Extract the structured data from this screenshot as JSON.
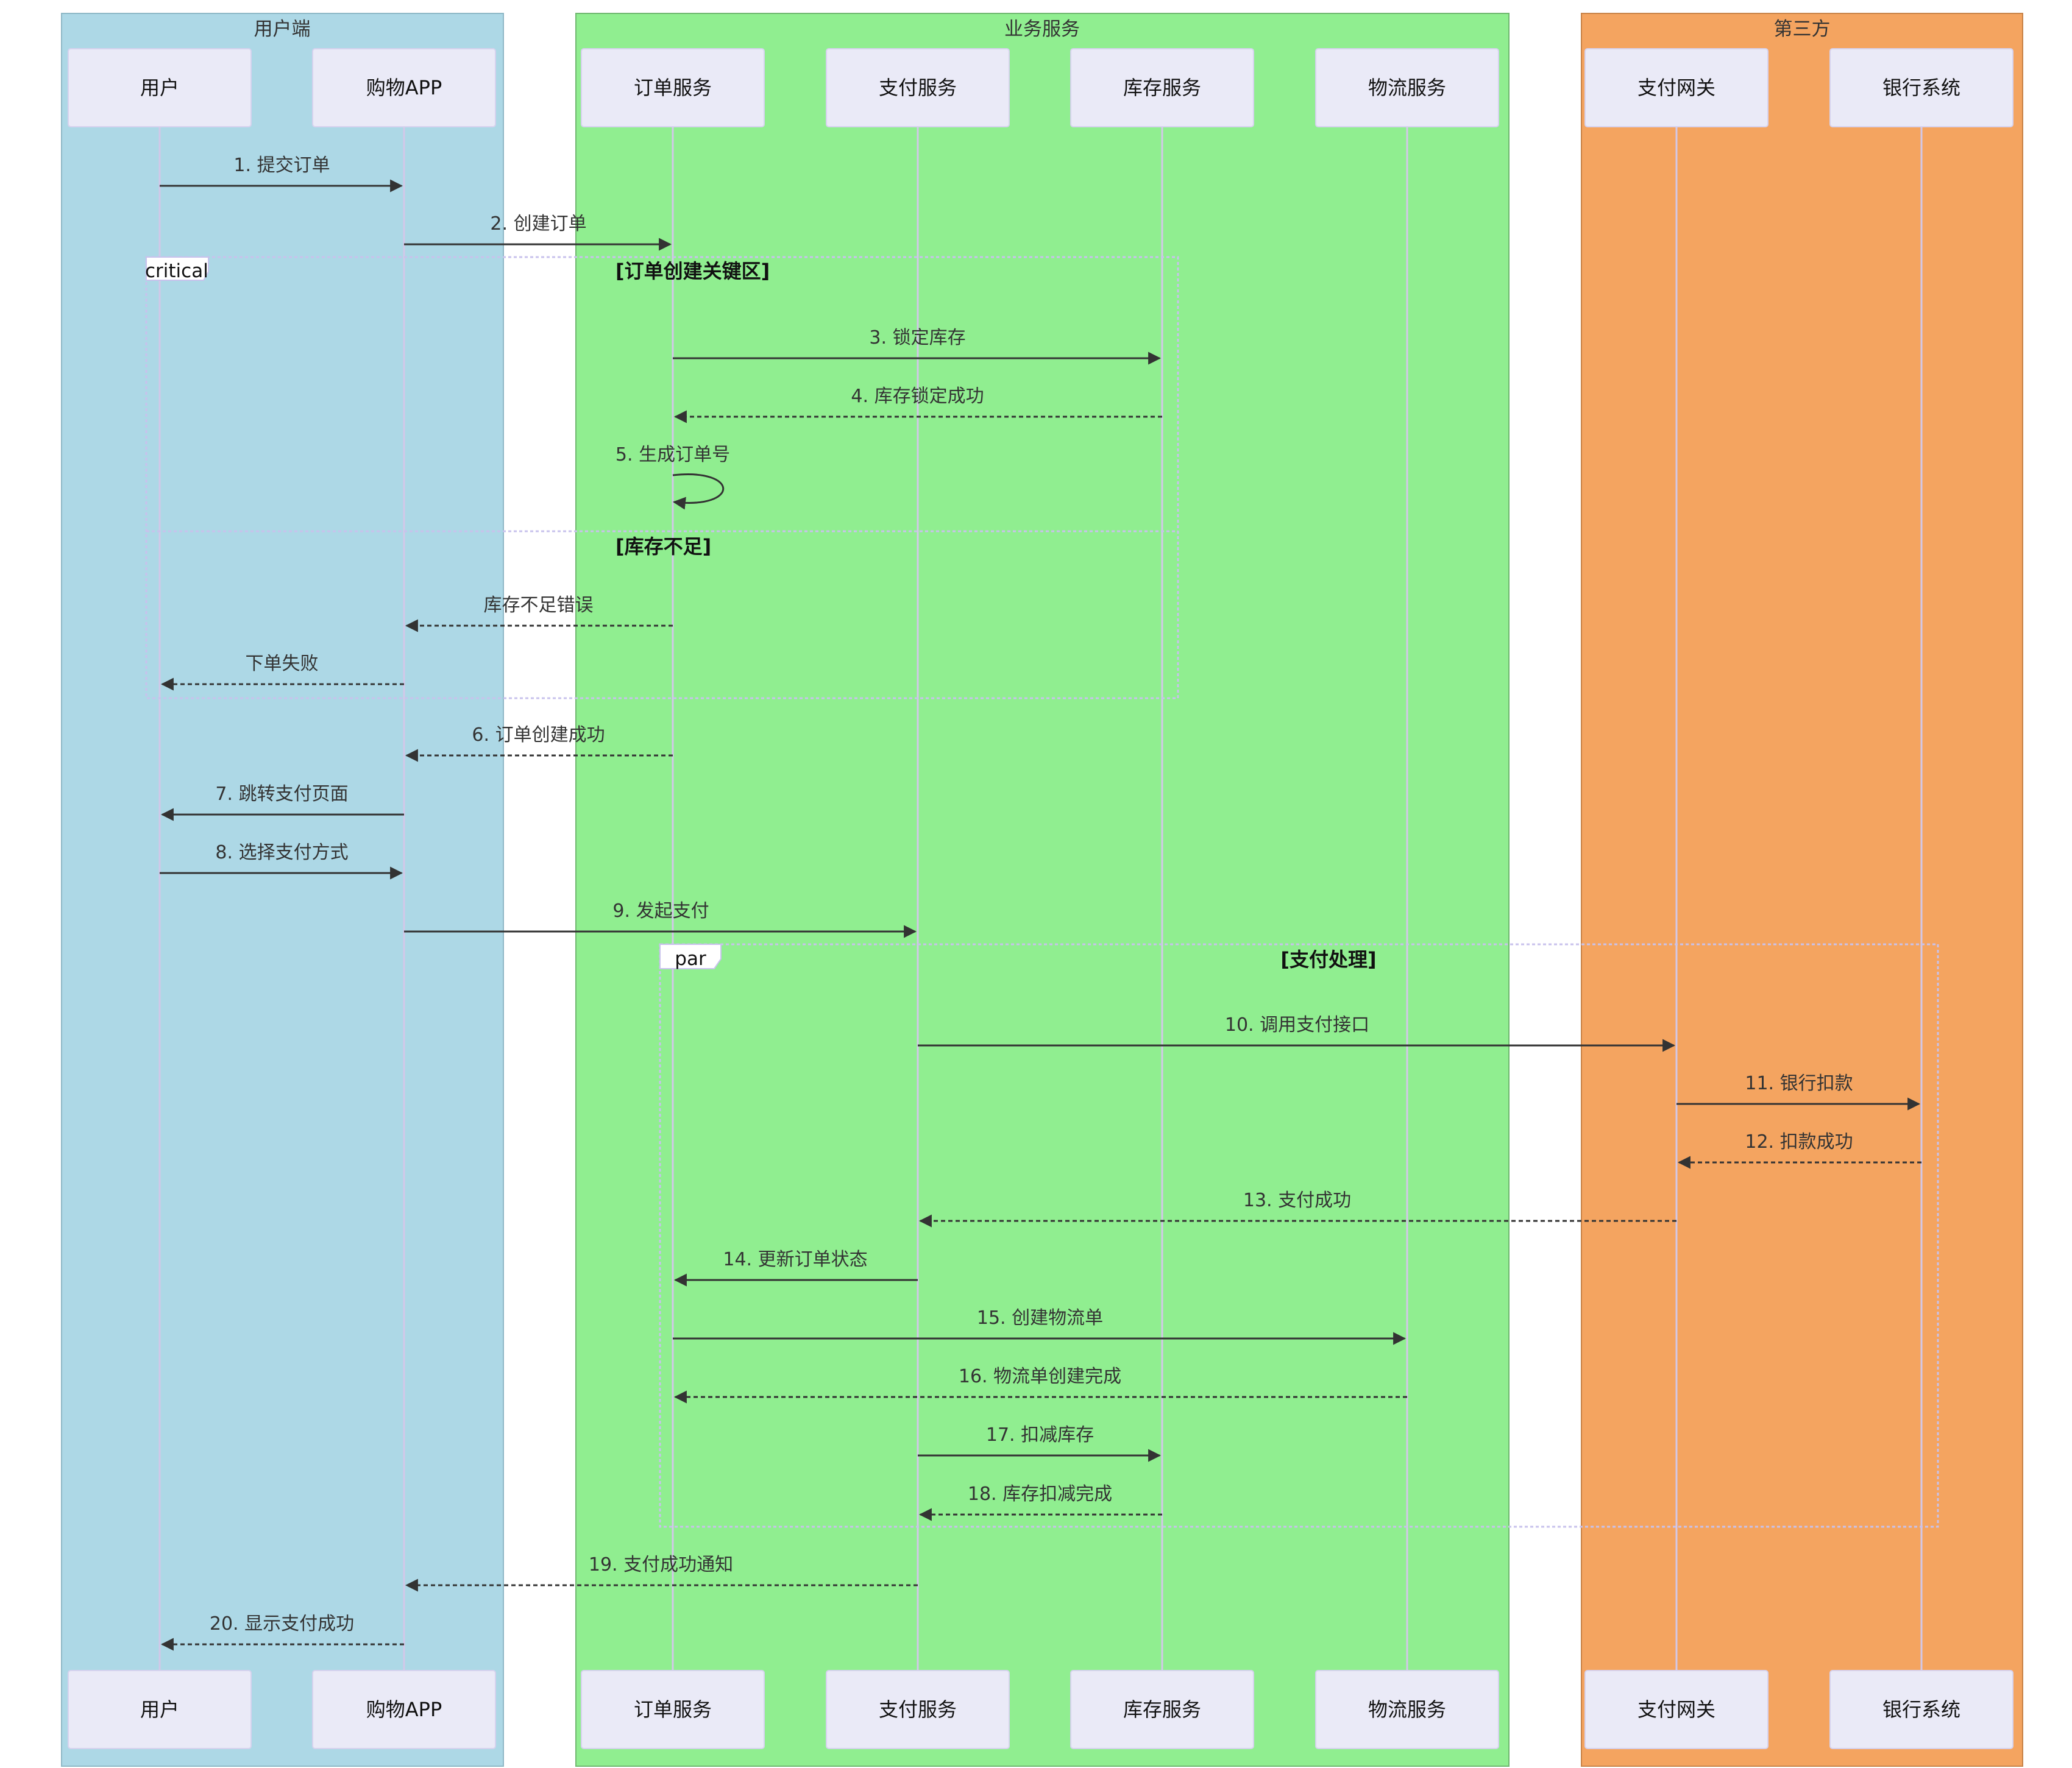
{
  "colors": {
    "group_client": "#add8e6",
    "group_business": "#90ee90",
    "group_third_party": "#f4a460",
    "actor_box": "#eaeaf7",
    "lifeline": "#d2c8e8",
    "arrow": "#333333",
    "fragment_border": "#c8c2ec"
  },
  "groups": [
    {
      "id": "client",
      "label": "用户端"
    },
    {
      "id": "business",
      "label": "业务服务"
    },
    {
      "id": "third_party",
      "label": "第三方"
    }
  ],
  "participants": [
    {
      "id": "user",
      "label": "用户"
    },
    {
      "id": "app",
      "label": "购物APP"
    },
    {
      "id": "order",
      "label": "订单服务"
    },
    {
      "id": "pay",
      "label": "支付服务"
    },
    {
      "id": "stock",
      "label": "库存服务"
    },
    {
      "id": "logistics",
      "label": "物流服务"
    },
    {
      "id": "gateway",
      "label": "支付网关"
    },
    {
      "id": "bank",
      "label": "银行系统"
    }
  ],
  "messages": [
    {
      "from": "user",
      "to": "app",
      "label": "1. 提交订单",
      "style": "solid"
    },
    {
      "from": "app",
      "to": "order",
      "label": "2. 创建订单",
      "style": "solid"
    },
    {
      "from": "order",
      "to": "stock",
      "label": "3. 锁定库存",
      "style": "solid"
    },
    {
      "from": "stock",
      "to": "order",
      "label": "4. 库存锁定成功",
      "style": "dashed"
    },
    {
      "from": "order",
      "to": "order",
      "label": "5. 生成订单号",
      "style": "solid"
    },
    {
      "from": "order",
      "to": "app",
      "label": "库存不足错误",
      "style": "dashed"
    },
    {
      "from": "app",
      "to": "user",
      "label": "下单失败",
      "style": "dashed"
    },
    {
      "from": "order",
      "to": "app",
      "label": "6. 订单创建成功",
      "style": "dashed"
    },
    {
      "from": "app",
      "to": "user",
      "label": "7. 跳转支付页面",
      "style": "solid"
    },
    {
      "from": "user",
      "to": "app",
      "label": "8. 选择支付方式",
      "style": "solid"
    },
    {
      "from": "app",
      "to": "pay",
      "label": "9. 发起支付",
      "style": "solid"
    },
    {
      "from": "pay",
      "to": "gateway",
      "label": "10. 调用支付接口",
      "style": "solid"
    },
    {
      "from": "gateway",
      "to": "bank",
      "label": "11. 银行扣款",
      "style": "solid"
    },
    {
      "from": "bank",
      "to": "gateway",
      "label": "12. 扣款成功",
      "style": "dashed"
    },
    {
      "from": "gateway",
      "to": "pay",
      "label": "13. 支付成功",
      "style": "dashed"
    },
    {
      "from": "pay",
      "to": "order",
      "label": "14. 更新订单状态",
      "style": "solid"
    },
    {
      "from": "order",
      "to": "logistics",
      "label": "15. 创建物流单",
      "style": "solid"
    },
    {
      "from": "logistics",
      "to": "order",
      "label": "16. 物流单创建完成",
      "style": "dashed"
    },
    {
      "from": "pay",
      "to": "stock",
      "label": "17. 扣减库存",
      "style": "solid"
    },
    {
      "from": "stock",
      "to": "pay",
      "label": "18. 库存扣减完成",
      "style": "dashed"
    },
    {
      "from": "pay",
      "to": "app",
      "label": "19. 支付成功通知",
      "style": "dashed"
    },
    {
      "from": "app",
      "to": "user",
      "label": "20. 显示支付成功",
      "style": "dashed"
    }
  ],
  "fragments": [
    {
      "id": "critical",
      "keyword": "critical",
      "condition": "[订单创建关键区]",
      "else_condition": "[库存不足]"
    },
    {
      "id": "par",
      "keyword": "par",
      "condition": "[支付处理]"
    }
  ]
}
